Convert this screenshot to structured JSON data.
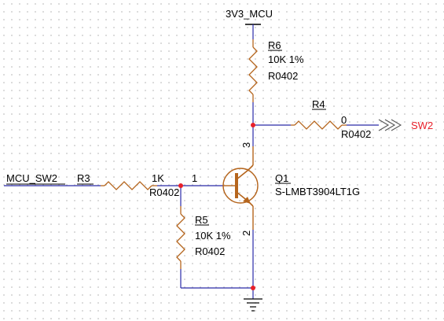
{
  "power_net": "3V3_MCU",
  "input_net": "MCU_SW2",
  "output_net": "SW2",
  "r3": {
    "ref": "R3",
    "value": "1K",
    "footprint": "R0402"
  },
  "r4": {
    "ref": "R4",
    "value": "0",
    "footprint": "R0402"
  },
  "r5": {
    "ref": "R5",
    "value": "10K 1%",
    "footprint": "R0402"
  },
  "r6": {
    "ref": "R6",
    "value": "10K 1%",
    "footprint": "R0402"
  },
  "q1": {
    "ref": "Q1",
    "part": "S-LMBT3904LT1G",
    "pin_base": "1",
    "pin_emitter": "2",
    "pin_collector": "3"
  },
  "colors": {
    "wire": "#2a2aa8",
    "component": "#b5651d",
    "junction": "#e8202a",
    "net_label": "#e8202a",
    "grid_dot": "#d2d2d2"
  }
}
